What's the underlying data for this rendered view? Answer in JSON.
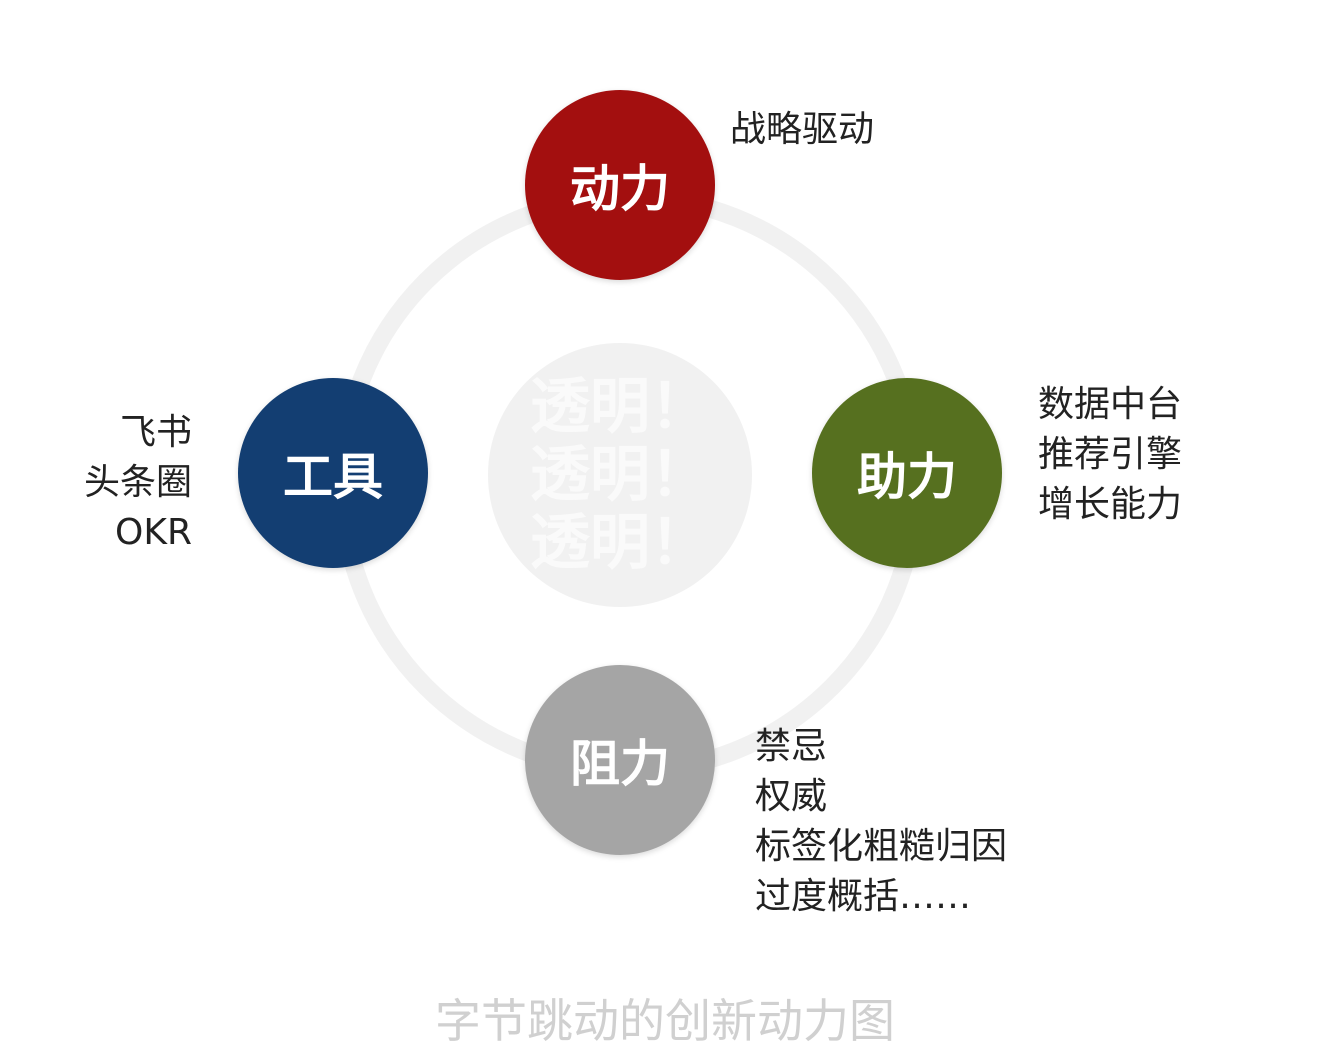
{
  "center_text": [
    "透明！",
    "透明！",
    "透明！"
  ],
  "nodes": {
    "top": {
      "label": "动力",
      "color": "#a30f0f",
      "notes": [
        "战略驱动"
      ]
    },
    "right": {
      "label": "助力",
      "color": "#56701f",
      "notes": [
        "数据中台",
        "推荐引擎",
        "增长能力"
      ]
    },
    "bottom": {
      "label": "阻力",
      "color": "#a5a5a5",
      "notes": [
        "禁忌",
        "权威",
        "标签化粗糙归因",
        "过度概括……"
      ]
    },
    "left": {
      "label": "工具",
      "color": "#133e72",
      "notes": [
        "飞书",
        "头条圈",
        "OKR"
      ]
    }
  },
  "caption": "字节跳动的创新动力图"
}
